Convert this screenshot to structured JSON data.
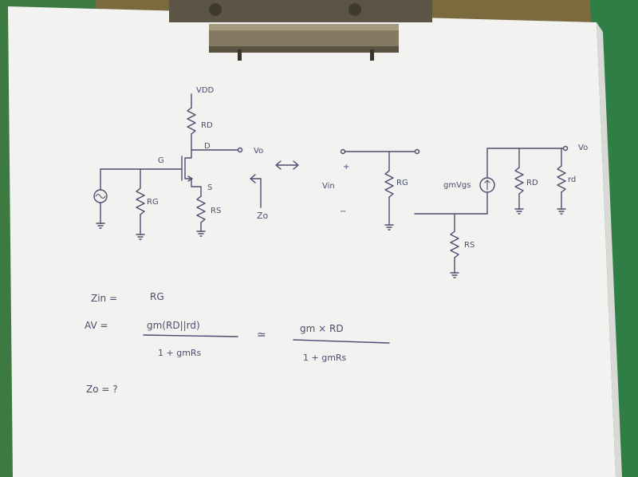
{
  "source_circuit": {
    "vdd": "VDD",
    "rd": "RD",
    "drain": "D",
    "vo": "Vo",
    "gate": "G",
    "rg": "RG",
    "source": "S",
    "rs": "RS",
    "zo": "Zo"
  },
  "equivalent_circuit": {
    "plus": "+",
    "vin": "Vin",
    "minus": "−",
    "rg": "RG",
    "gm_source": "gmVgs",
    "rd": "RD",
    "rdd": "rd",
    "vo": "Vo",
    "rs": "RS"
  },
  "equations": {
    "zin_label": "Zin =",
    "zin_value": "RG",
    "av_label": "AV =",
    "frac1_num": "gm(RD||rd)",
    "frac1_den": "1 + gmRs",
    "approx": "≃",
    "frac2_num": "gm × RD",
    "frac2_den": "1 + gmRs",
    "zo_label": "Zo = ?"
  },
  "colors": {
    "ink": "#4a4e6e",
    "paper": "#f2f2f0",
    "clipboard_green": "#3a8a4a",
    "clip_metal": "#6a6250",
    "background": "#7a6a3e"
  }
}
